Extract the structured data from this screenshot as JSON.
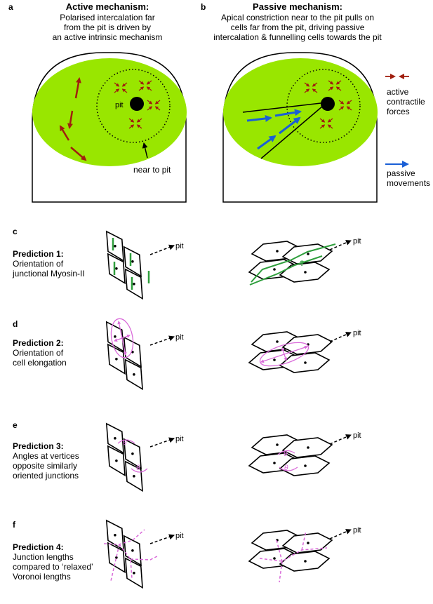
{
  "panel_a": {
    "letter": "a",
    "title": "Active mechanism:",
    "desc": [
      "Polarised intercalation far",
      "from the pit is driven by",
      "an active intrinsic mechanism"
    ],
    "pit_label": "pit",
    "near_label": "near to pit"
  },
  "panel_b": {
    "letter": "b",
    "title": "Passive mechanism:",
    "desc": [
      "Apical constriction near to the pit pulls on",
      "cells far from the pit, driving passive",
      "intercalation & funnelling cells towards the pit"
    ]
  },
  "legend": {
    "active": [
      "active",
      "contractile",
      "forces"
    ],
    "passive": [
      "passive",
      "movements"
    ]
  },
  "predictions": [
    {
      "letter": "c",
      "title": "Prediction 1:",
      "desc": [
        "Orientation of",
        "junctional Myosin-II"
      ],
      "pit": "pit",
      "question": "?"
    },
    {
      "letter": "d",
      "title": "Prediction 2:",
      "desc": [
        "Orientation of",
        "cell elongation"
      ],
      "pit": "pit"
    },
    {
      "letter": "e",
      "title": "Prediction 3:",
      "desc": [
        "Angles at vertices",
        "opposite similarly",
        "oriented junctions"
      ],
      "pit": "pit",
      "theta": "θ"
    },
    {
      "letter": "f",
      "title": "Prediction 4:",
      "desc": [
        "Junction lengths",
        "compared to ‘relaxed’",
        "Voronoi lengths"
      ],
      "pit": "pit"
    }
  ],
  "colors": {
    "tissue": "#99e600",
    "active_arrow": "#a01f0f",
    "passive_arrow": "#1a5fd6",
    "myosin": "#2e9e3c",
    "magenta": "#d96ad9"
  }
}
